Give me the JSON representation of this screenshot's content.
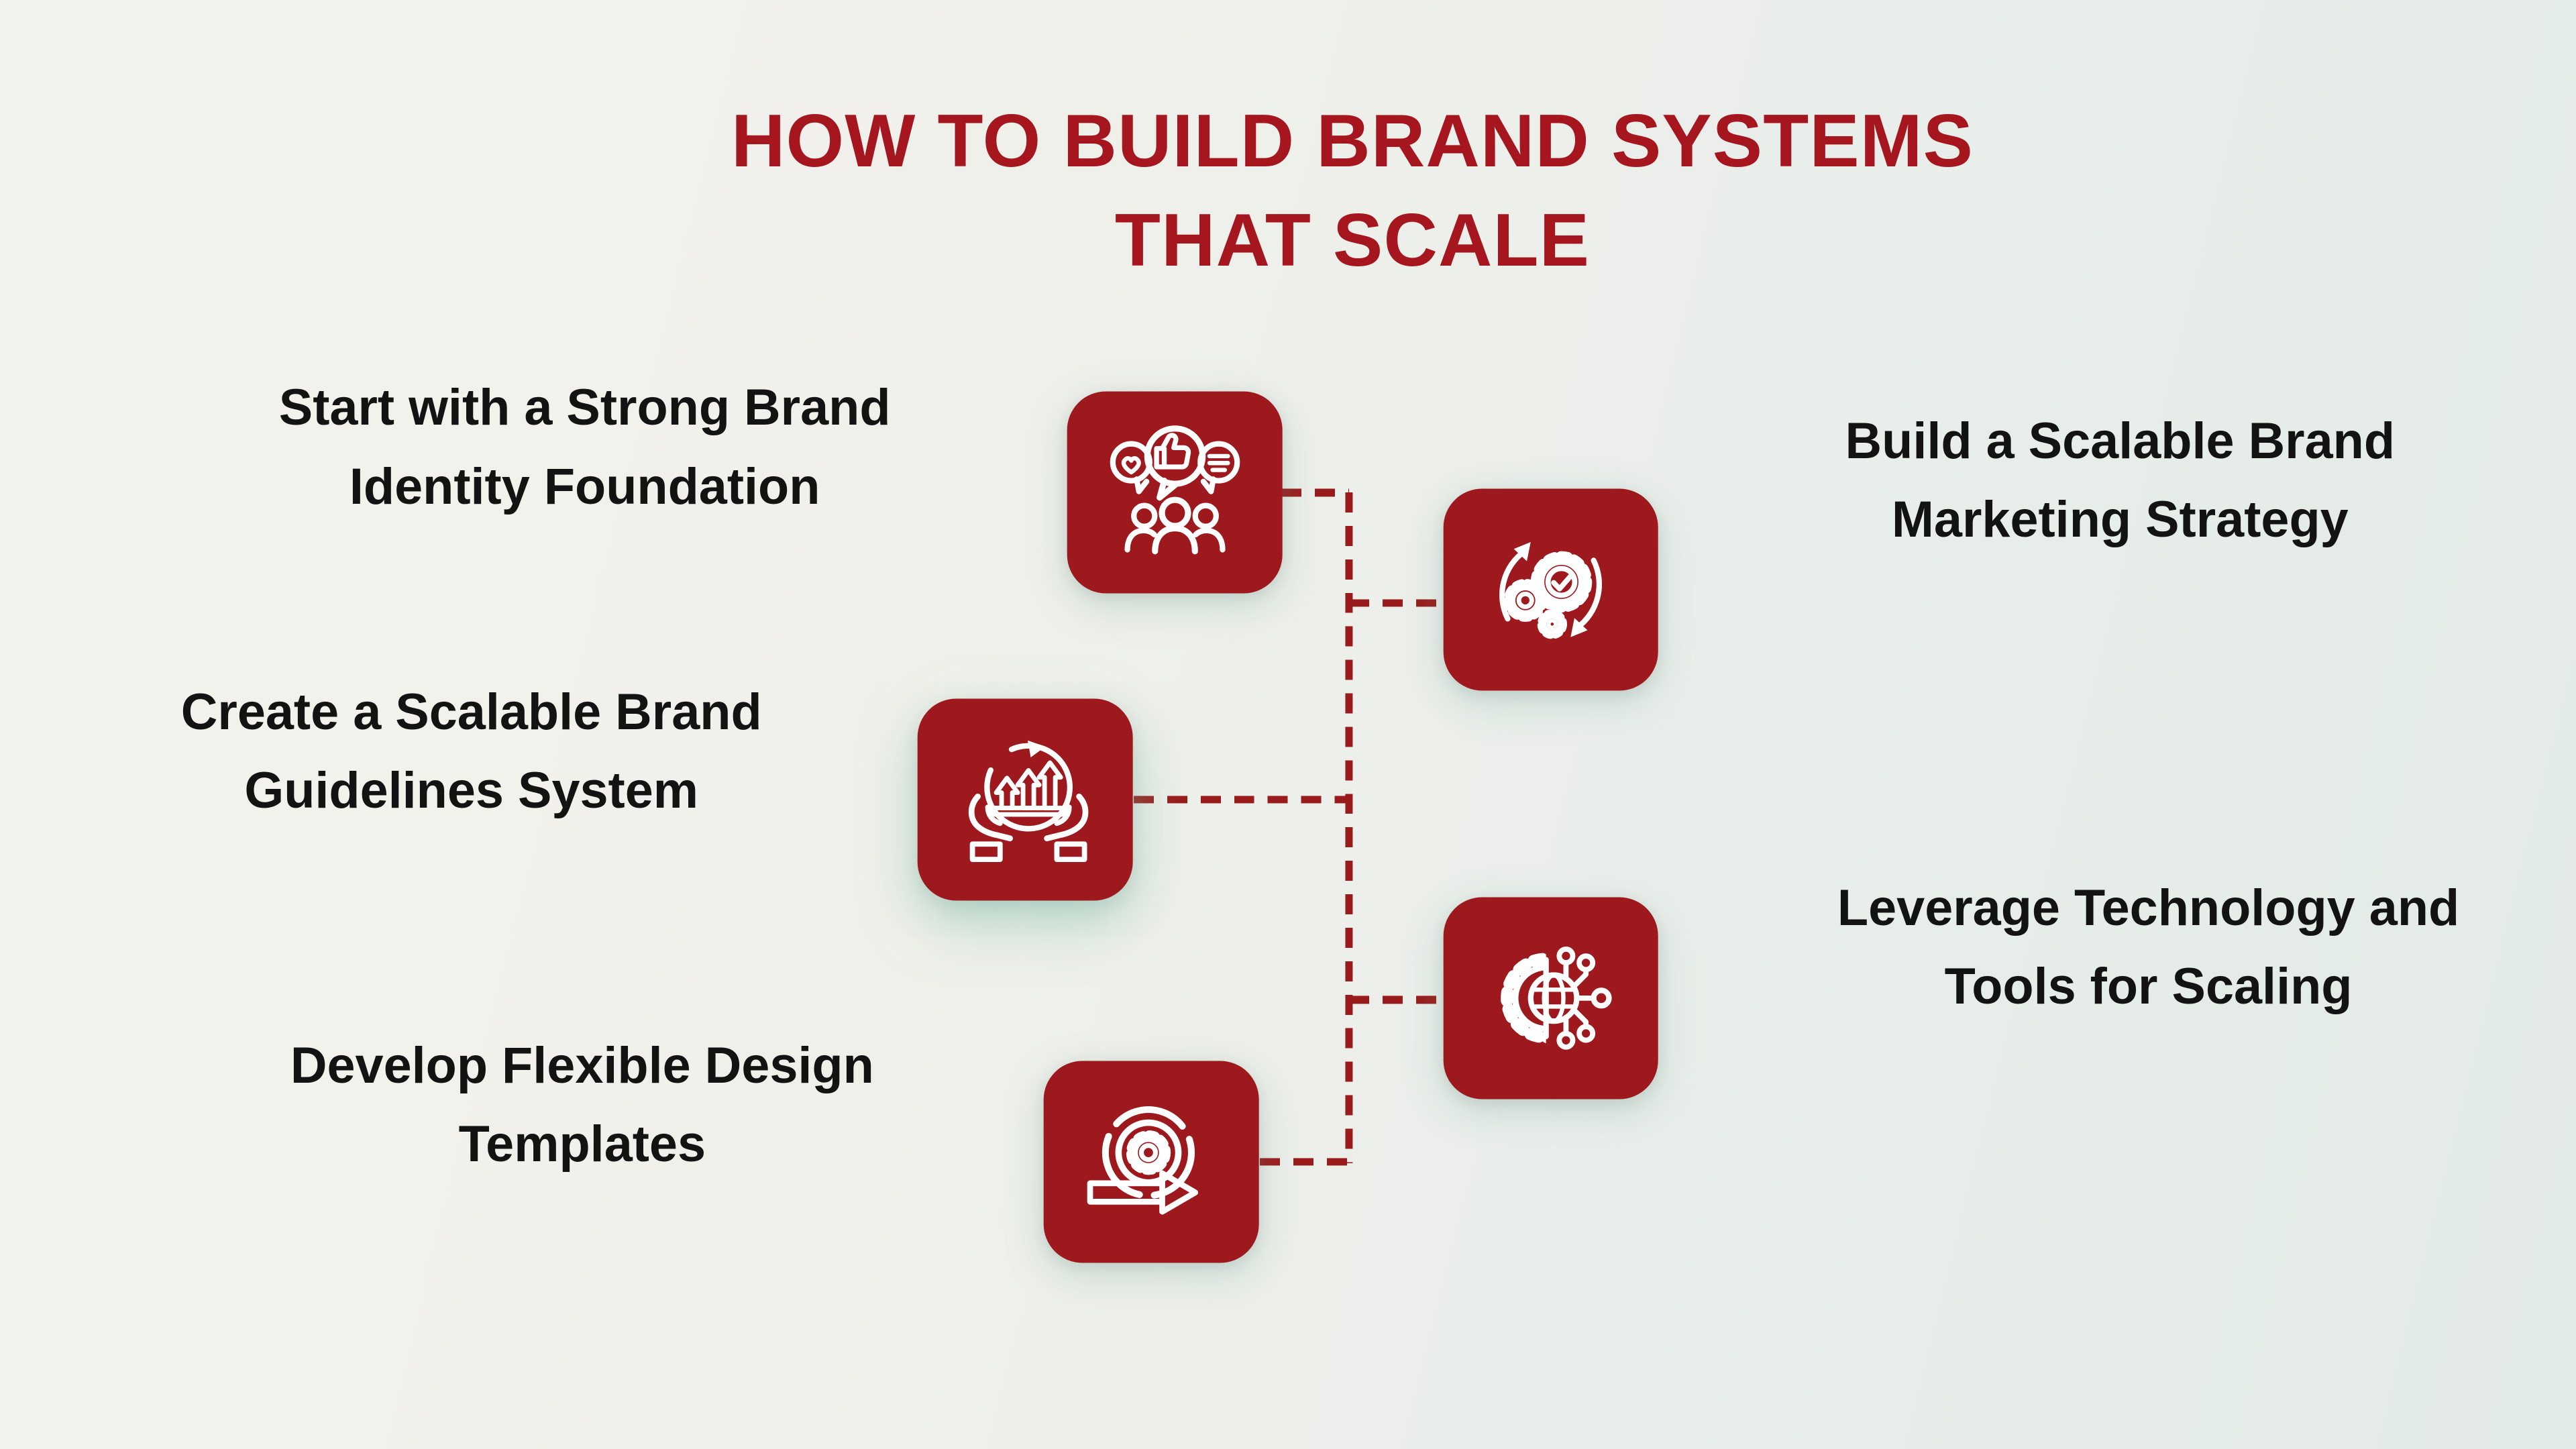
{
  "title": {
    "line1": "HOW TO BUILD BRAND SYSTEMS",
    "line2": "THAT SCALE"
  },
  "colors": {
    "title_red": "#A5161F",
    "card_red": "#9E191D",
    "connector_red": "#991B1B",
    "text_black": "#131313",
    "icon_white": "#FFFFFF",
    "background_left": "#F4F2ED",
    "background_right": "#E2EAE7",
    "card_glow_teal": "#78B9A2"
  },
  "steps": [
    {
      "id": "brand-identity",
      "label_line1": "Start with a Strong Brand",
      "label_line2": "Identity Foundation",
      "icon": "audience-engagement-icon"
    },
    {
      "id": "marketing-strategy",
      "label_line1": "Build a Scalable Brand",
      "label_line2": "Marketing Strategy",
      "icon": "process-gears-cycle-icon"
    },
    {
      "id": "brand-guidelines",
      "label_line1": "Create a Scalable Brand",
      "label_line2": "Guidelines System",
      "icon": "hands-growth-arrows-icon"
    },
    {
      "id": "technology-tools",
      "label_line1": "Leverage Technology and",
      "label_line2": "Tools for Scaling",
      "icon": "gear-globe-network-icon"
    },
    {
      "id": "design-templates",
      "label_line1": "Develop Flexible Design",
      "label_line2": "Templates",
      "icon": "agile-loop-arrow-icon"
    }
  ]
}
